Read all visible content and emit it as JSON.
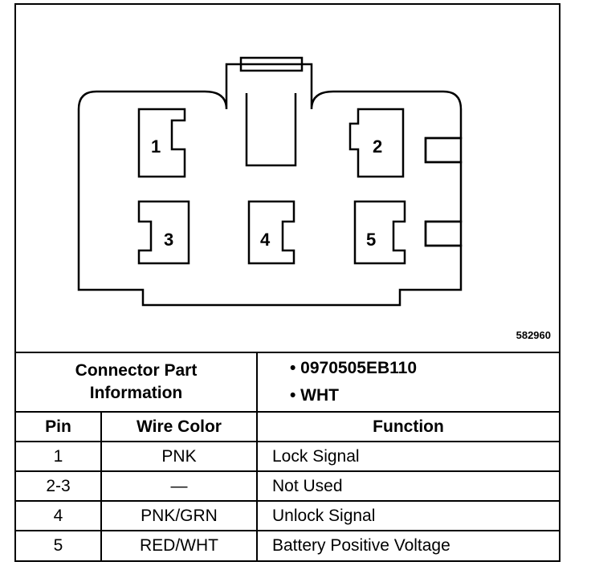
{
  "diagram": {
    "figure_id": "582960",
    "pins": [
      "1",
      "2",
      "3",
      "4",
      "5"
    ]
  },
  "connector_info": {
    "label_line1": "Connector Part",
    "label_line2": "Information",
    "bullets": [
      "• 0970505EB110",
      "• WHT"
    ]
  },
  "table": {
    "headers": {
      "pin": "Pin",
      "wire_color": "Wire Color",
      "function": "Function"
    },
    "rows": [
      {
        "pin": "1",
        "wire": "PNK",
        "function": "Lock Signal"
      },
      {
        "pin": "2-3",
        "wire": "—",
        "function": "Not Used"
      },
      {
        "pin": "4",
        "wire": "PNK/GRN",
        "function": "Unlock Signal"
      },
      {
        "pin": "5",
        "wire": "RED/WHT",
        "function": "Battery Positive Voltage"
      }
    ]
  }
}
